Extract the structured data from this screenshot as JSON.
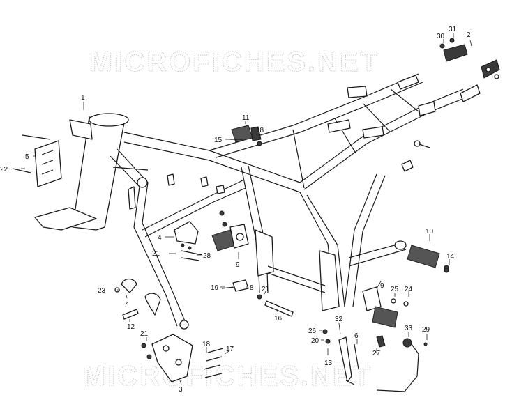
{
  "watermarks": [
    "MICROFICHES.NET",
    "MICROFICHES.NET"
  ],
  "callouts": {
    "c1": "1",
    "c2": "2",
    "c3": "3",
    "c4": "4",
    "c5": "5",
    "c6": "6",
    "c7": "7",
    "c8": "8",
    "c9a": "9",
    "c9b": "9",
    "c10": "10",
    "c11": "11",
    "c12": "12",
    "c13": "13",
    "c14": "14",
    "c15": "15",
    "c16": "16",
    "c17": "17",
    "c18a": "18",
    "c18b": "18",
    "c19": "19",
    "c20": "20",
    "c21a": "21",
    "c21b": "21",
    "c21c": "21",
    "c22": "22",
    "c23": "23",
    "c24": "24",
    "c25": "25",
    "c26": "26",
    "c27": "27",
    "c28": "28",
    "c29": "29",
    "c30": "30",
    "c31": "31",
    "c32": "32",
    "c33": "33"
  }
}
